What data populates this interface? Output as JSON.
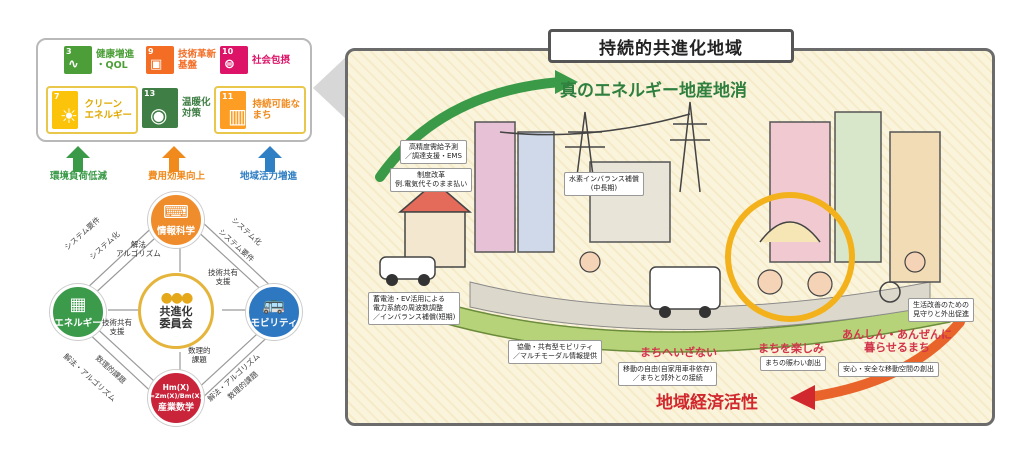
{
  "sdgs": {
    "items": [
      {
        "num": "3",
        "label": "健康増進\n・QOL",
        "color": "#4c9f38",
        "icon": "heartbeat-icon"
      },
      {
        "num": "9",
        "label": "技術革新\n基盤",
        "color": "#f36d25",
        "icon": "cubes-icon"
      },
      {
        "num": "10",
        "label": "社会包摂",
        "color": "#dd1367",
        "icon": "equality-icon"
      },
      {
        "num": "7",
        "label": "クリーン\nエネルギー",
        "color": "#fcc30b",
        "icon": "sun-icon"
      },
      {
        "num": "13",
        "label": "温暖化\n対策",
        "color": "#3f7e44",
        "icon": "eye-globe-icon"
      },
      {
        "num": "11",
        "label": "持続可能な\nまち",
        "color": "#fd9d24",
        "icon": "city-icon"
      }
    ]
  },
  "arrows": {
    "env": "環境負荷低減",
    "cost": "費用効果向上",
    "region": "地域活力増進",
    "env_color": "#3a9a48",
    "cost_color": "#f08a1c",
    "region_color": "#2f7fc4"
  },
  "network": {
    "center": {
      "line1": "共進化",
      "line2": "委員会"
    },
    "info": "情報科学",
    "energy": "エネルギー",
    "mobility": "モビリティ",
    "math": "産業数学",
    "math_formula1": "Hm(X)",
    "math_formula2": "=Zm(X)/Bm(X)",
    "edge_left_outer": "システム要件",
    "edge_left_inner": "システム化",
    "edge_right_outer": "システム化",
    "edge_right_inner": "システム要件",
    "center_top": "解法\nアルゴリズム",
    "center_right": "技術共有\n支援",
    "center_left": "技術共有\n支援",
    "center_bottom": "数理的\n課題",
    "bottom_left_outer": "解法・アルゴリズム",
    "bottom_left_inner": "数理的課題",
    "bottom_right_outer": "解法・アルゴリズム",
    "bottom_right_inner": "数理的課題"
  },
  "right": {
    "title": "持続的共進化地域",
    "headline_top": "真のエネルギー地産地消",
    "headline_bottom": "地域経済活性",
    "labels": {
      "demand": "高精度需給予測\n／調達支援・EMS",
      "system": "制度改革\n例.電気代そのまま払い",
      "hydrogen": "水素インバランス補償\n(中長期)",
      "storage": "蓄電池・EV活用による\n電力系統の周波数調整\n／インバランス補償(短期)",
      "mobility": "協働・共有型モビリティ\n／マルチモーダル情報提供",
      "move": "移動の自由(自家用車非依存)\n／まちと郊外との接続",
      "enjoy_sub": "まちの賑わい創出",
      "secure_sub": "安心・安全な移動空間の創出",
      "life": "生活改善のための\n見守りと外出促進"
    },
    "heads": {
      "town": "まちへいざない",
      "enjoy": "まちを楽しみ",
      "secure": "あんしん・あんぜんに\n暮らせるまち"
    }
  }
}
